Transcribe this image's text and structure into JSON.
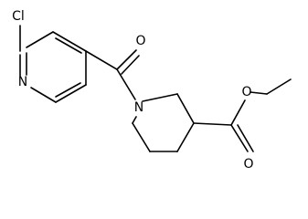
{
  "structure": {
    "atoms": {
      "cl": "Cl",
      "n_ring": "N",
      "o_carbonyl": "O",
      "n_piperidine": "N",
      "o_ester_carbonyl": "O",
      "o_ester": "O"
    }
  }
}
